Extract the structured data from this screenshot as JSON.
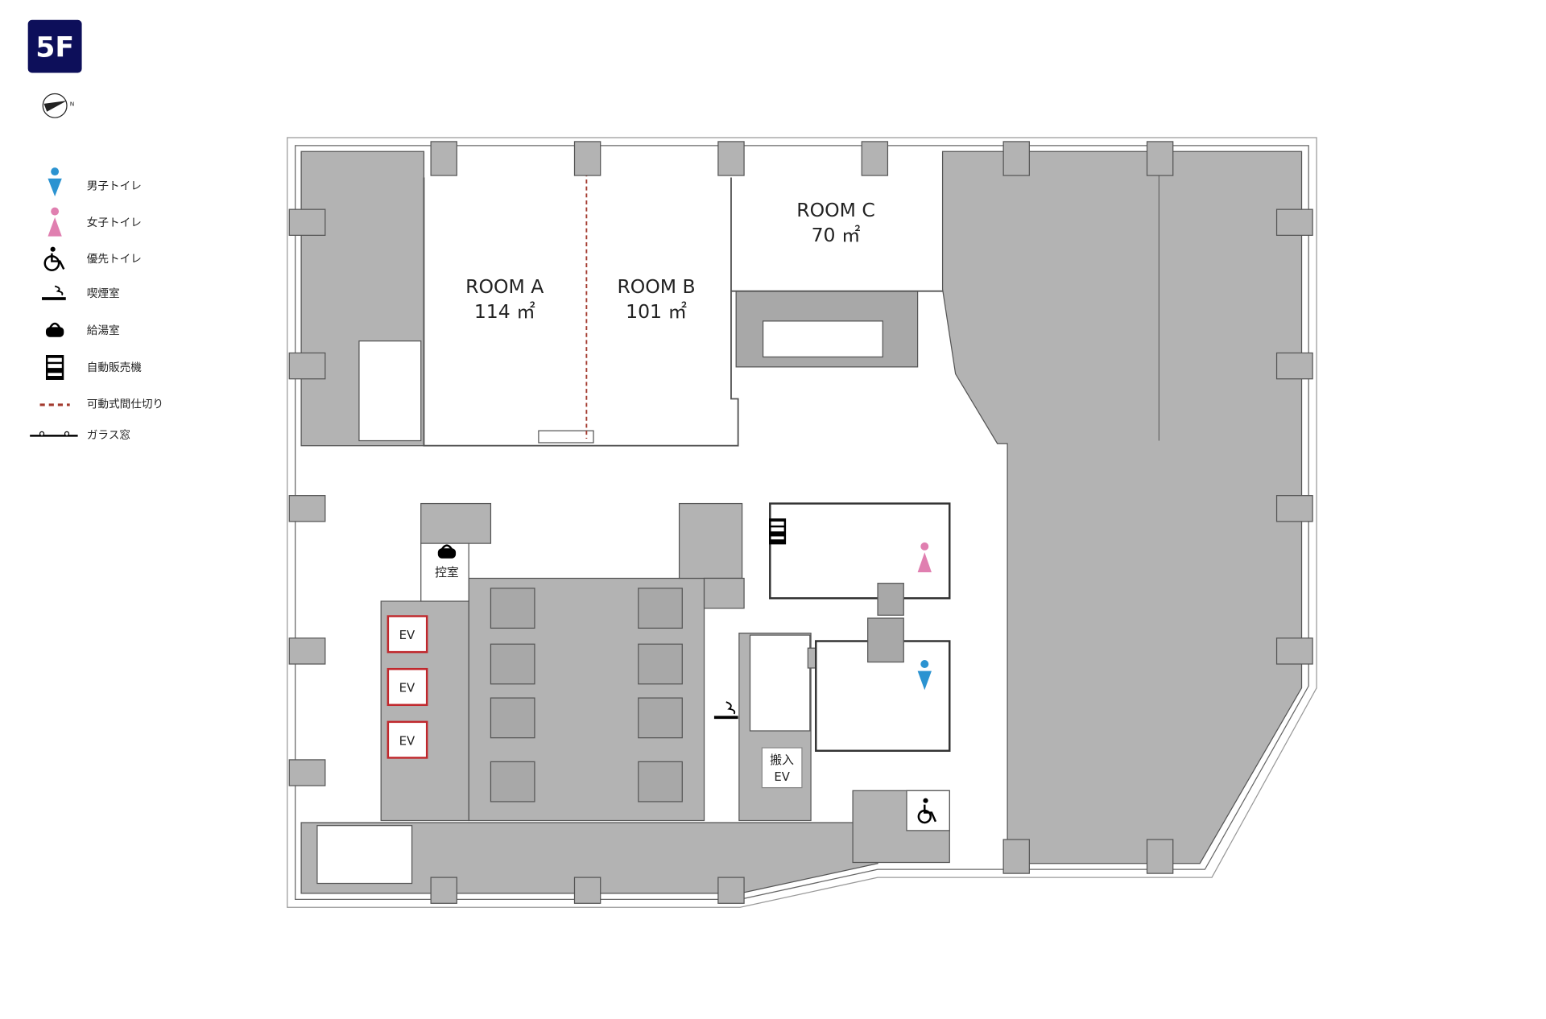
{
  "floor_badge": {
    "label": "5F",
    "color": "#0d0f5a"
  },
  "compass": {
    "label": "N"
  },
  "legend": [
    {
      "icon": "mens-toilet-icon",
      "label": "男子トイレ",
      "color": "#2b93d1"
    },
    {
      "icon": "womens-toilet-icon",
      "label": "女子トイレ",
      "color": "#e07fb0"
    },
    {
      "icon": "accessible-toilet-icon",
      "label": "優先トイレ"
    },
    {
      "icon": "smoking-room-icon",
      "label": "喫煙室"
    },
    {
      "icon": "kettle-icon",
      "label": "給湯室"
    },
    {
      "icon": "vending-machine-icon",
      "label": "自動販売機"
    },
    {
      "icon": "movable-partition-icon",
      "label": "可動式間仕切り",
      "color": "#a33a2f"
    },
    {
      "icon": "glass-window-icon",
      "label": "ガラス窓"
    }
  ],
  "rooms": {
    "room_a": {
      "name": "ROOM A",
      "area": "114 ㎡"
    },
    "room_b": {
      "name": "ROOM B",
      "area": "101 ㎡"
    },
    "room_c": {
      "name": "ROOM C",
      "area": "70 ㎡"
    },
    "waiting_room": {
      "name": "控室"
    },
    "elevators": [
      "EV",
      "EV",
      "EV"
    ],
    "freight_ev": {
      "line1": "搬入",
      "line2": "EV"
    }
  },
  "colors": {
    "ev_border": "#c0282d",
    "shaded": "#b3b3b3"
  }
}
